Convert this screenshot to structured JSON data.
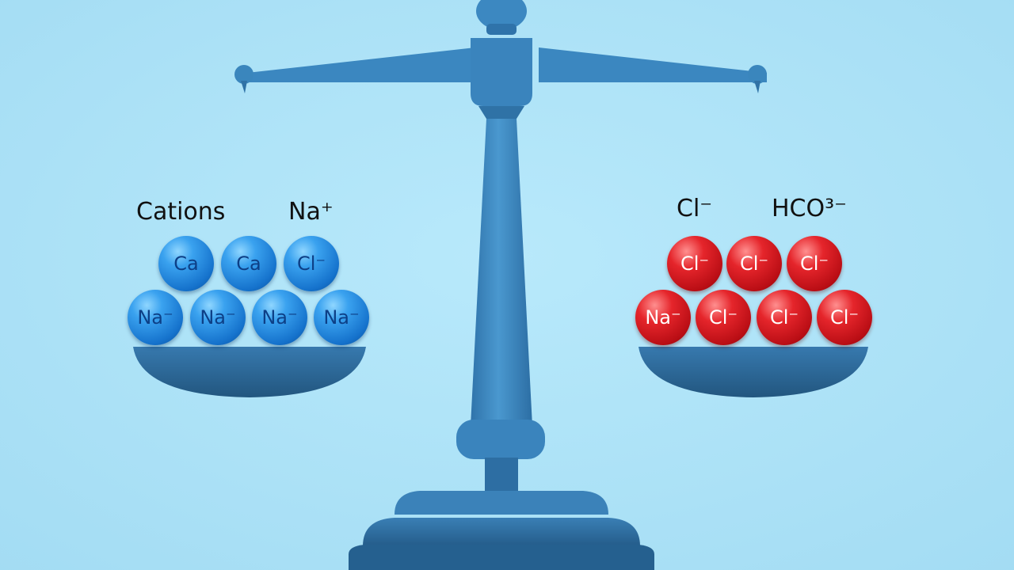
{
  "scene": {
    "left_pan": {
      "labels": [
        "Cations",
        "Na⁺"
      ],
      "top_row": [
        "Ca",
        "Ca",
        "Cl⁻"
      ],
      "bottom_row": [
        "Na⁻",
        "Na⁻",
        "Na⁻",
        "Na⁻"
      ],
      "ion_color": "#1f86e0"
    },
    "right_pan": {
      "labels": [
        "Cl⁻",
        "HCO³⁻"
      ],
      "top_row": [
        "Cl⁻",
        "Cl⁻",
        "Cl⁻"
      ],
      "bottom_row": [
        "Na⁻",
        "Cl⁻",
        "Cl⁻",
        "Cl⁻"
      ],
      "ion_color": "#d3161c"
    },
    "colors": {
      "background": "#aee4f8",
      "scale": "#3a86bd",
      "scale_dark": "#275d8a"
    }
  }
}
